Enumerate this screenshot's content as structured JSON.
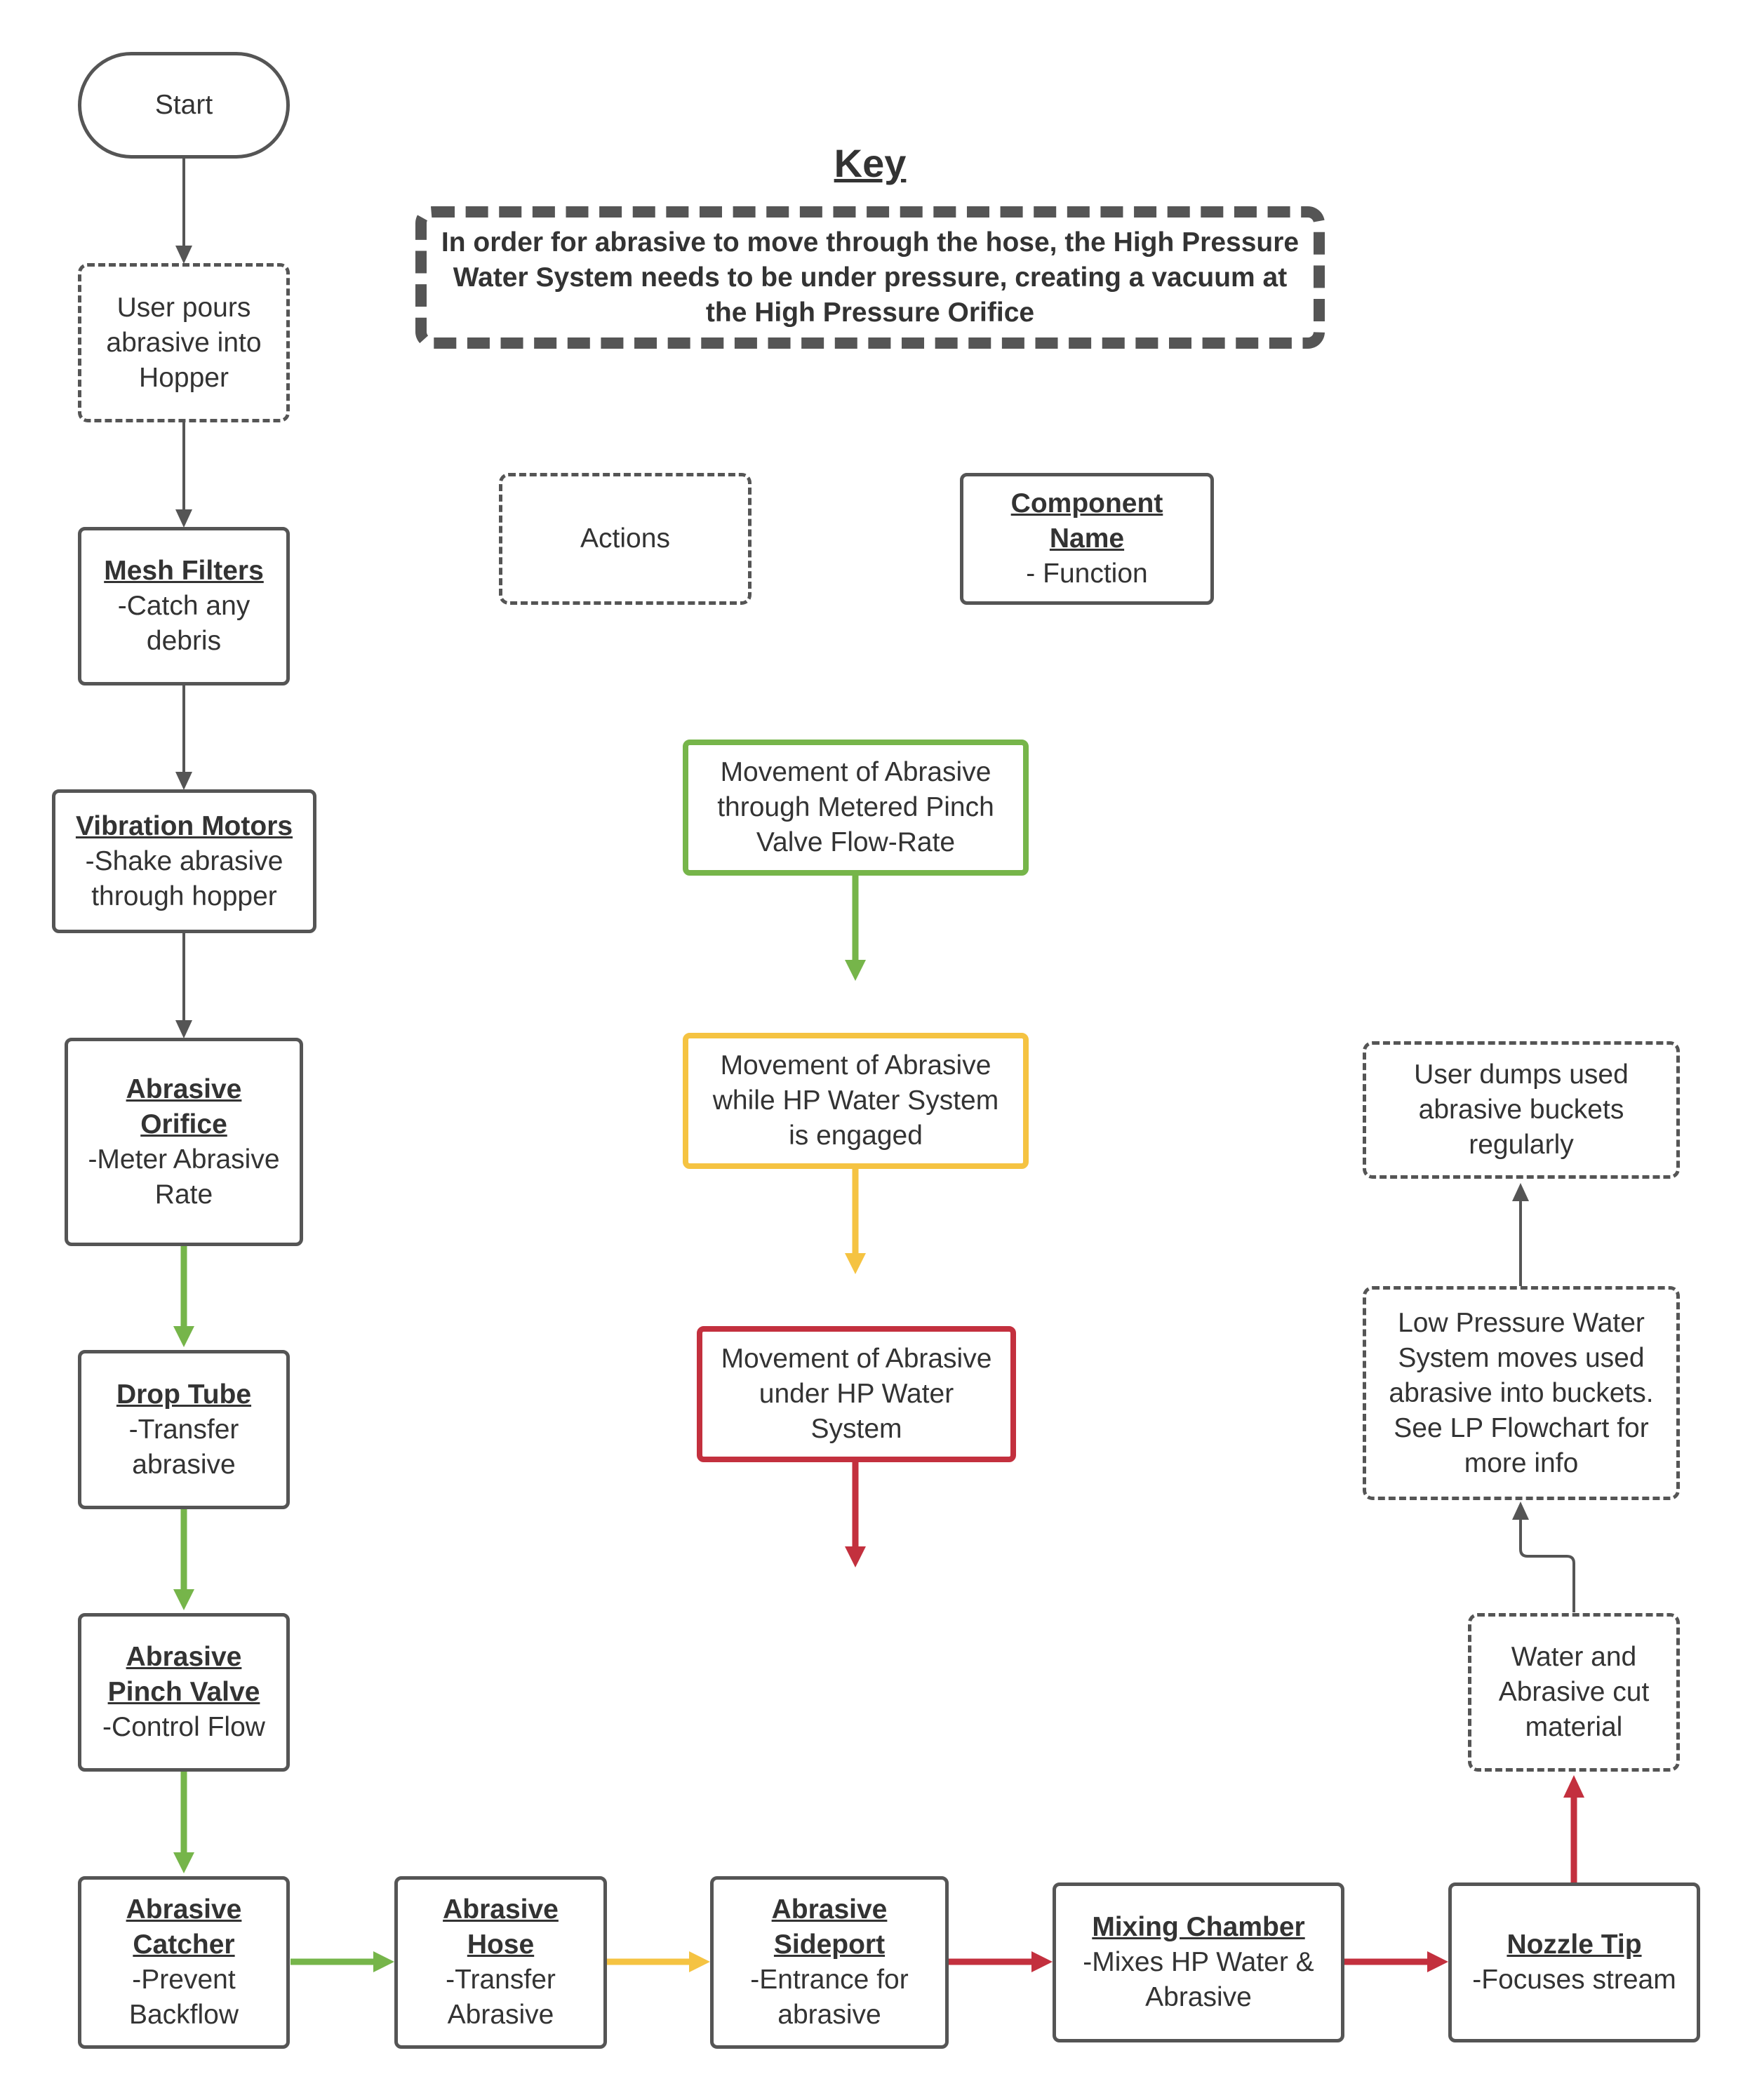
{
  "colors": {
    "line_gray": "#555555",
    "green": "#76b54a",
    "yellow": "#f5c342",
    "red": "#c3303e"
  },
  "start": "Start",
  "user_pours": "User pours abrasive into Hopper",
  "mesh_filters": {
    "name": "Mesh Filters",
    "fn": "-Catch any debris"
  },
  "vibration_motors": {
    "name": "Vibration Motors",
    "fn": "-Shake abrasive through hopper"
  },
  "abrasive_orifice": {
    "name": "Abrasive Orifice",
    "fn": "-Meter Abrasive Rate"
  },
  "drop_tube": {
    "name": "Drop Tube",
    "fn": "-Transfer abrasive"
  },
  "pinch_valve": {
    "name": "Abrasive Pinch Valve",
    "fn": "-Control Flow"
  },
  "catcher": {
    "name": "Abrasive Catcher",
    "fn": "-Prevent Backflow"
  },
  "hose": {
    "name": "Abrasive Hose",
    "fn": "-Transfer Abrasive"
  },
  "sideport": {
    "name": "Abrasive Sideport",
    "fn": "-Entrance for abrasive"
  },
  "mixing_chamber": {
    "name": "Mixing Chamber",
    "fn": "-Mixes HP Water & Abrasive"
  },
  "nozzle_tip": {
    "name": "Nozzle Tip",
    "fn": "-Focuses stream"
  },
  "water_cut": "Water and Abrasive cut material",
  "low_pressure": "Low Pressure Water System moves used abrasive into buckets. See LP Flowchart for more info",
  "user_dumps": "User dumps used abrasive buckets regularly",
  "key": {
    "title": "Key",
    "note": "In order for abrasive to move through the hose, the High Pressure Water System needs to be under pressure, creating a vacuum at the High Pressure Orifice",
    "actions": "Actions",
    "component_name": "Component Name",
    "function": "- Function",
    "green_legend": "Movement of Abrasive through Metered Pinch Valve Flow-Rate",
    "yellow_legend": "Movement of Abrasive while HP Water System is engaged",
    "red_legend": "Movement of Abrasive under HP Water System"
  }
}
